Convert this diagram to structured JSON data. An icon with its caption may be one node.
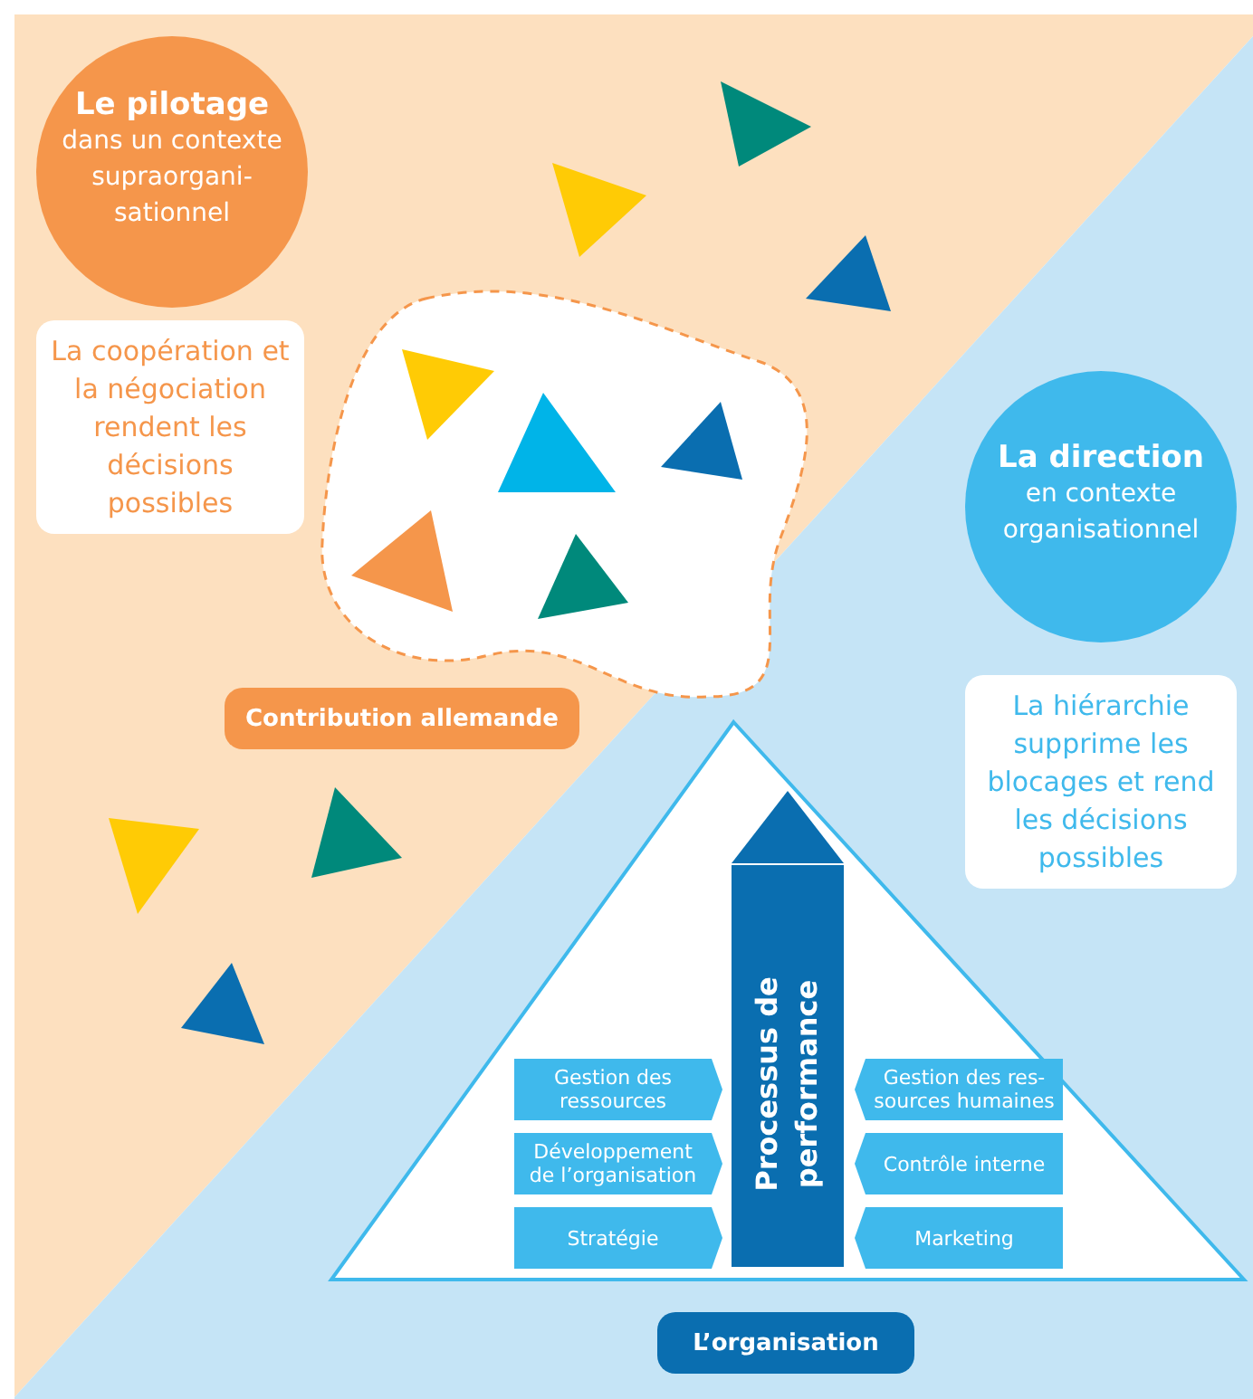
{
  "diagram": {
    "nodes": [
      {
        "text": [
          "Le pilotage",
          "dans un contexte supraorgani- sationnel"
        ]
      },
      {
        "text": [
          "La coopération et la négociation rendent les décisions possibles"
        ]
      },
      {
        "text": [
          "Contribution allemande"
        ]
      },
      {
        "text": [
          "La direction",
          "en contexte organisationnel"
        ]
      },
      {
        "text": [
          "La hiérarchie supprime les blocages et rend les décisions possibles"
        ]
      },
      {
        "text": [],
        "shape": "triangle"
      },
      {
        "text": [
          "Processus de performance"
        ],
        "in": 5
      },
      {
        "text": [
          "Gestion des ressources"
        ],
        "in": 5
      },
      {
        "text": [
          "Développement de l’organisation"
        ],
        "in": 5
      },
      {
        "text": [
          "Stratégie"
        ],
        "in": 5
      },
      {
        "text": [
          "Gestion des res- sources humaines"
        ],
        "in": 5
      },
      {
        "text": [
          "Contrôle interne"
        ],
        "in": 5
      },
      {
        "text": [
          "Marketing"
        ],
        "in": 5
      },
      {
        "text": [
          "L’organisation"
        ]
      }
    ]
  }
}
